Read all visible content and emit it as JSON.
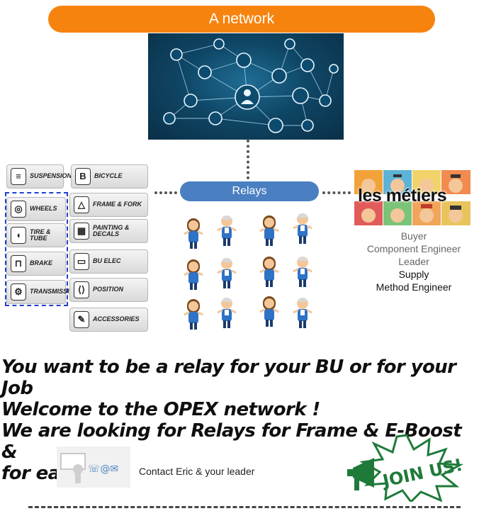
{
  "header": {
    "title": "A network"
  },
  "relays": {
    "label": "Relays"
  },
  "categories": {
    "left": [
      {
        "label": "Suspension",
        "icon": "suspension-icon"
      },
      {
        "label": "Wheels",
        "icon": "wheel-icon"
      },
      {
        "label": "Tire & Tube",
        "icon": "tire-icon"
      },
      {
        "label": "Brake",
        "icon": "brake-icon"
      },
      {
        "label": "Transmission",
        "icon": "transmission-icon"
      }
    ],
    "right": [
      {
        "label": "Bicycle",
        "icon": "bicycle-icon"
      },
      {
        "label": "Frame & Fork",
        "icon": "frame-icon"
      },
      {
        "label": "Painting & Decals",
        "icon": "spray-icon"
      },
      {
        "label": "BU Elec",
        "icon": "battery-icon"
      },
      {
        "label": "Position",
        "icon": "saddle-icon"
      },
      {
        "label": "Accessories",
        "icon": "tools-icon"
      }
    ]
  },
  "metiers": {
    "title": "les métiers",
    "roles": [
      "Buyer",
      "Component Engineer",
      "Leader",
      "Supply",
      "Method Engineer"
    ]
  },
  "headline": {
    "line1": "You want to be a relay for your BU or for your Job",
    "line2": "Welcome to the OPEX network !",
    "line3": "We are looking for Relays for Frame & E-Boost &",
    "line4": "for each Job"
  },
  "contact": {
    "text": "Contact Eric & your leader"
  },
  "join": {
    "text": "JOIN US!"
  },
  "colors": {
    "orange": "#f7830f",
    "blue": "#4a7fc1",
    "green": "#1f7a3a",
    "dashed": "#1f3fcf"
  }
}
